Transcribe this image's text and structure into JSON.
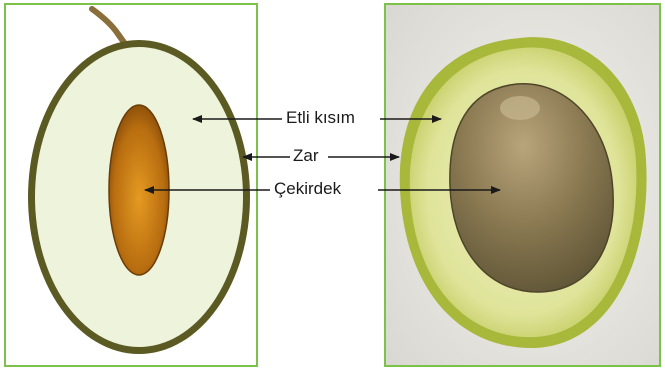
{
  "labels": {
    "flesh": "Etli kısım",
    "skin": "Zar",
    "seed": "Çekirdek"
  },
  "colors": {
    "frame_border": "#7cc24a",
    "skin": "#5a5a22",
    "flesh": "#eef3dc",
    "seed": "#b86d10",
    "arrow": "#1a1a1a"
  }
}
